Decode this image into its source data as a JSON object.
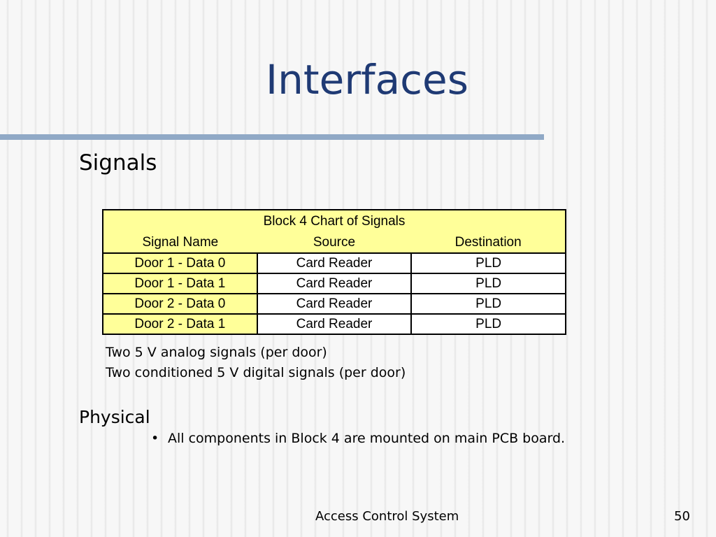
{
  "slide": {
    "title": "Interfaces",
    "page_number": "50",
    "footer": "Access Control System"
  },
  "signals": {
    "heading": "Signals",
    "table": {
      "caption": "Block 4 Chart of Signals",
      "columns": [
        "Signal Name",
        "Source",
        "Destination"
      ],
      "rows": [
        {
          "name": "Door 1 - Data 0",
          "source": "Card Reader",
          "destination": "PLD"
        },
        {
          "name": "Door 1 - Data 1",
          "source": "Card Reader",
          "destination": "PLD"
        },
        {
          "name": "Door 2 - Data 0",
          "source": "Card Reader",
          "destination": "PLD"
        },
        {
          "name": "Door 2 - Data 1",
          "source": "Card Reader",
          "destination": "PLD"
        }
      ]
    },
    "notes": [
      "Two 5 V analog signals (per door)",
      "Two conditioned 5 V digital signals (per door)"
    ]
  },
  "physical": {
    "heading": "Physical",
    "bullets": [
      "All components in Block 4 are mounted on main PCB board."
    ]
  },
  "colors": {
    "title": "#1f3a74",
    "title_rule": "#90a9c6",
    "table_highlight": "#ffff99"
  }
}
